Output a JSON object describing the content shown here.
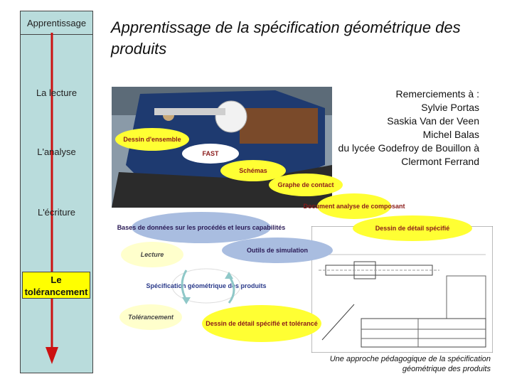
{
  "sidebar": {
    "top": "Apprentissage",
    "items": [
      "La lecture",
      "L'analyse",
      "L'écriture"
    ],
    "tolerancement": "Le tolérancement"
  },
  "title": "Apprentissage de la spécification géométrique des produits",
  "thanks": {
    "heading": "Remerciements à :",
    "names": [
      "Sylvie Portas",
      "Saskia Van der Veen",
      "Michel Balas",
      "du lycée Godefroy de Bouillon à Clermont Ferrand"
    ]
  },
  "caption": "Une approche pédagogique de la spécification géométrique des produits",
  "diagram": {
    "upper": [
      "Dessin d'ensemble",
      "FAST",
      "Schémas",
      "Graphe de contact",
      "Document analyse de composant",
      "Dessin de détail spécifié"
    ],
    "lower": [
      "Bases de données sur les procédés et leurs capabilités",
      "Outils de simulation",
      "Lecture",
      "Spécification géométrique des produits",
      "Tolérancement",
      "Dessin de détail spécifié et tolérancé"
    ],
    "colors": {
      "yellow": "#ffff33",
      "blue": "#a9bde0",
      "cream": "#ffffcc",
      "arrow": "#cc1111"
    }
  }
}
